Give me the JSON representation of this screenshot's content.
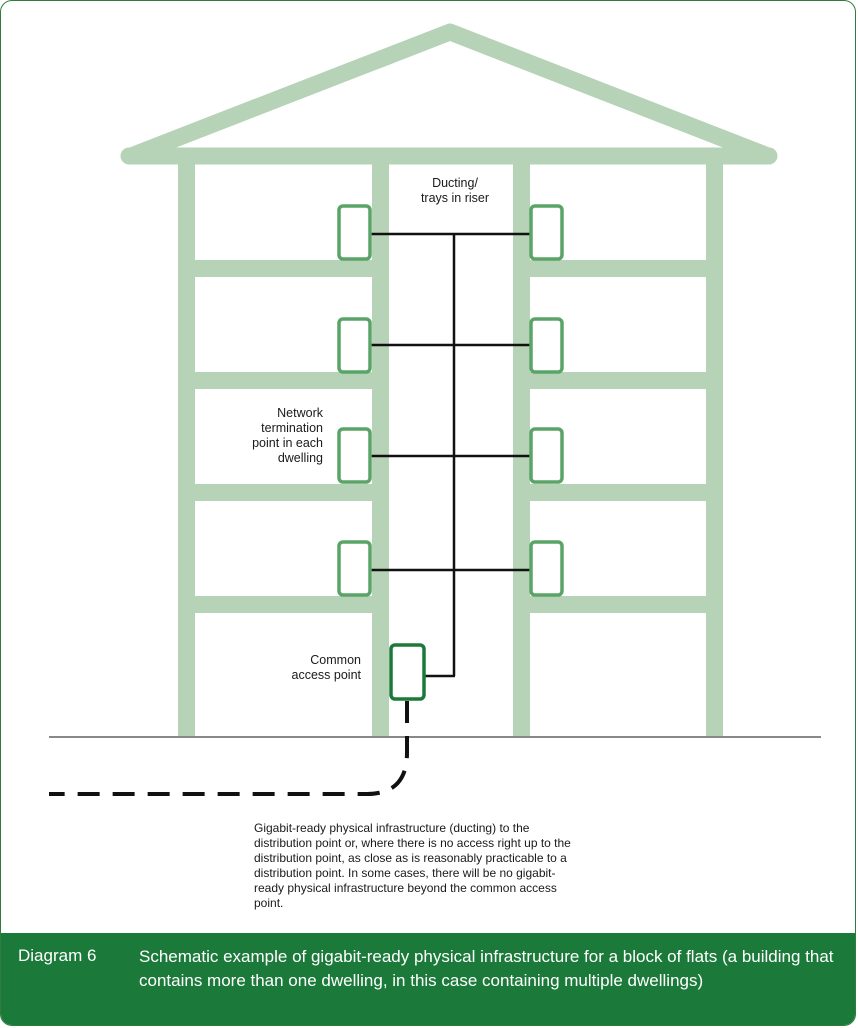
{
  "labels": {
    "ducting": "Ducting/ trays in riser",
    "ntp": "Network termination point in each dwelling",
    "cap": "Common access point"
  },
  "footnote": "Gigabit-ready physical infrastructure (ducting) to the distribution point or, where there is no access right up to the distribution point, as close as is reasonably practicable to a distribution point. In some cases, there will be no gigabit-ready physical infrastructure beyond the common access point.",
  "caption": {
    "number": "Diagram 6",
    "title": "Schematic example of gigabit-ready physical infrastructure for a block of flats (a building that contains more than one dwelling, in this case containing multiple dwellings)"
  },
  "colors": {
    "building": "#b7d3b7",
    "termination_box": "#5aa468",
    "access_box": "#1b7a3a",
    "caption_bar": "#1b7a3a",
    "cable": "#111111"
  }
}
